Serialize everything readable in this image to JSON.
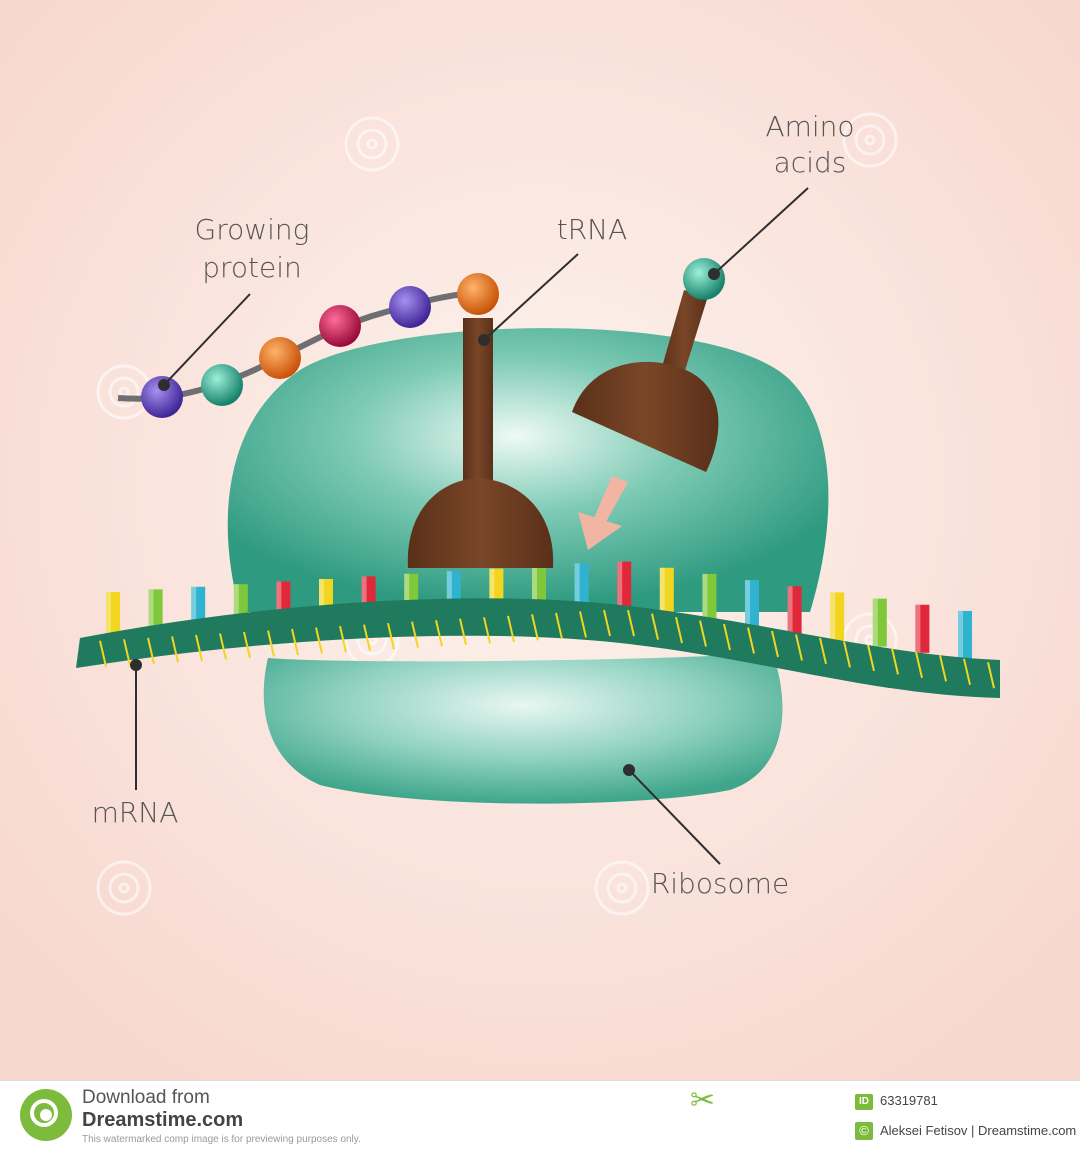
{
  "labels": {
    "amino_line1": "Amino",
    "amino_line2": "acids",
    "growing_line1": "Growing",
    "growing_line2": "protein",
    "trna": "tRNA",
    "mrna": "mRNA",
    "ribosome": "Ribosome"
  },
  "footer": {
    "download_from": "Download from",
    "site": "Dreamstime.com",
    "notice": "This watermarked comp image is for previewing purposes only.",
    "id_badge": "ID",
    "image_id": "63319781",
    "copyright_symbol": "©",
    "author": "Aleksei Fetisov | Dreamstime.com"
  },
  "colors": {
    "background": "#f9ddd6",
    "ribosome": "#4fb39c",
    "mrna_strand": "#1f7a5e",
    "trna": "#6b3c22",
    "bead_purple": "#5b3fb8",
    "bead_teal": "#2aa88c",
    "bead_orange": "#e8711c",
    "bead_magenta": "#c4124e",
    "base_yellow": "#f2d51e",
    "base_green": "#7fc83a",
    "base_cyan": "#2fb3d0",
    "base_red": "#e0283a",
    "arrow": "#f3b5a3",
    "brand_green": "#7dbb3c"
  },
  "icons": {
    "logo": "dreamstime-spiral-icon",
    "scissors": "scissors-icon"
  }
}
